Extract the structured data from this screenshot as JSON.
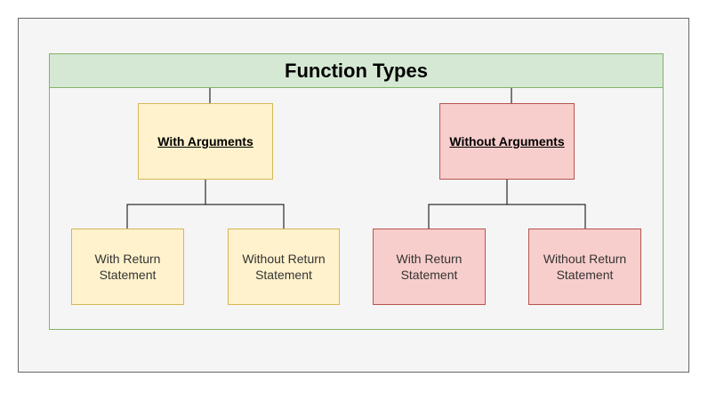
{
  "title": "Function Types",
  "colors": {
    "canvas_bg": "#f5f5f5",
    "header_fill": "#d5e8d4",
    "header_border": "#82b366",
    "yellow_fill": "#fff2cc",
    "yellow_border": "#d6b656",
    "red_fill": "#f8cecc",
    "red_border": "#b85450"
  },
  "groups": [
    {
      "label": "With Arguments",
      "children": [
        "With Return\nStatement",
        "Without Return\nStatement"
      ]
    },
    {
      "label": "Without Arguments",
      "children": [
        "With Return\nStatement",
        "Without Return\nStatement"
      ]
    }
  ]
}
